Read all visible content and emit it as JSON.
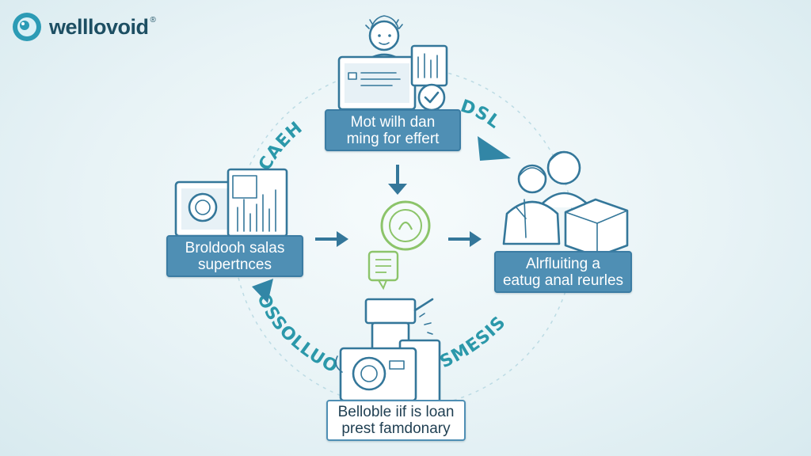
{
  "brand": {
    "name": "welllovoid",
    "registered": "®"
  },
  "diagram": {
    "nodes": {
      "top": {
        "lines": [
          "Mot wilh dan",
          "ming for effert"
        ]
      },
      "left": {
        "lines": [
          "Broldooh salas",
          "supertnces"
        ]
      },
      "right": {
        "lines": [
          "Alrfluiting a",
          "eatug anal reurles"
        ]
      },
      "bottom": {
        "lines": [
          "Belloble iif is loan",
          "prest famdonary"
        ]
      }
    },
    "cycle_labels": {
      "top_left": "OCAEH",
      "top_right": "DSL",
      "bottom_left": "OSSOLLUO",
      "bottom_right": "SMESIS"
    }
  },
  "colors": {
    "accent": "#4f8fb4",
    "line": "#34779a",
    "band": "#2b98aa",
    "center_symbol": "#8cc46a",
    "brand_text": "#1d4f63"
  },
  "icons": {
    "logo": "wellness-bubble-icon",
    "top": "computer-worker-icon",
    "left": "analytics-dashboard-icon",
    "right": "caregivers-with-box-icon",
    "bottom": "camera-documents-icon",
    "center": "health-coin-document-icon"
  }
}
